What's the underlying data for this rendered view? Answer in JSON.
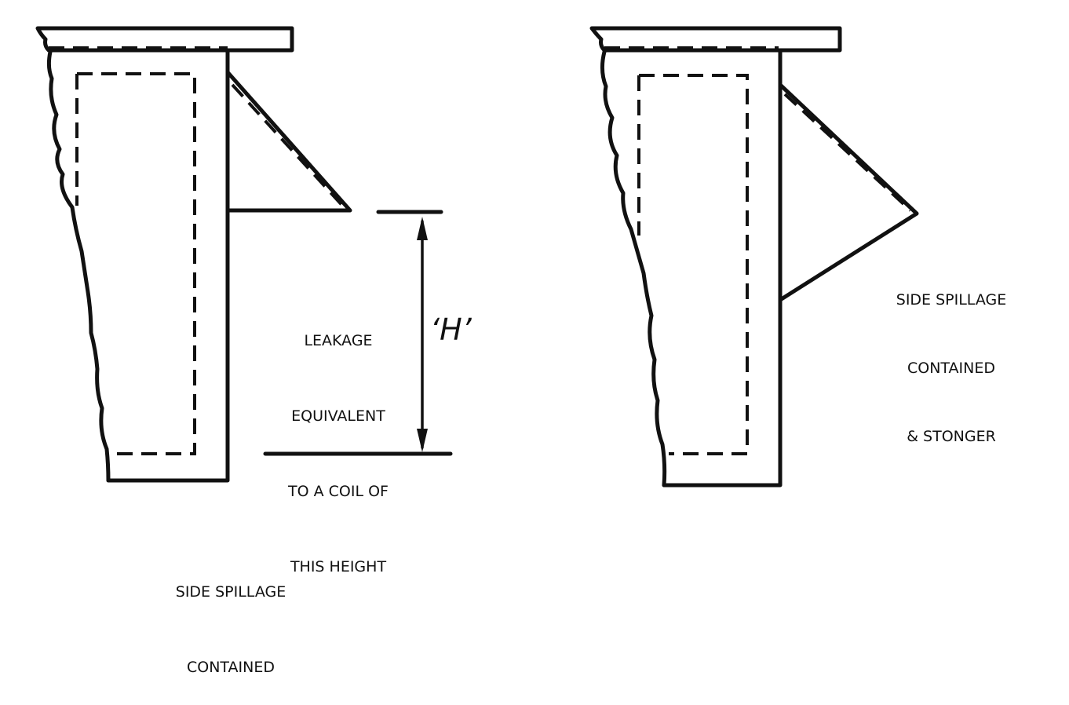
{
  "diagram": {
    "left_caption": [
      "SIDE SPILLAGE",
      "CONTAINED"
    ],
    "leakage_note": [
      "LEAKAGE",
      "EQUIVALENT",
      "TO A COIL OF",
      "THIS HEIGHT"
    ],
    "height_symbol": "‘H’",
    "right_caption": [
      "SIDE SPILLAGE",
      "CONTAINED",
      "& STONGER"
    ]
  }
}
